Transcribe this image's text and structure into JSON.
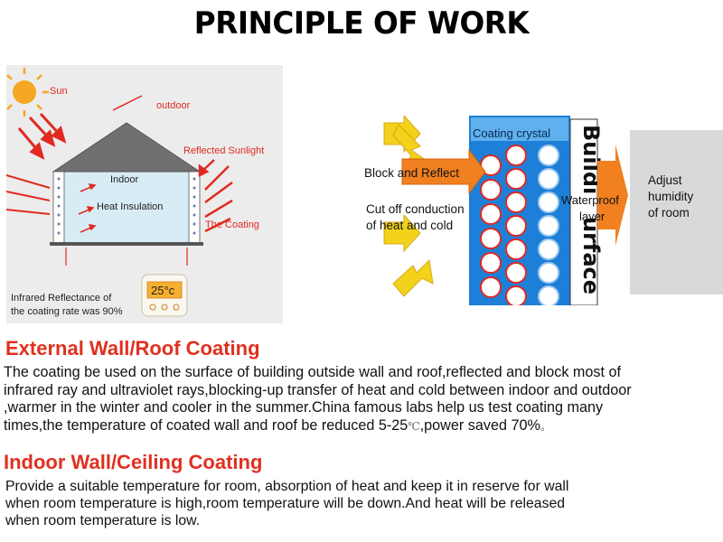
{
  "page": {
    "title": "PRINCIPLE OF WORK"
  },
  "left_figure": {
    "sun": "Sun",
    "outdoor": "outdoor",
    "reflected_sunlight": "Reflected Sunlight",
    "indoor": "Indoor",
    "heat_insulation": "Heat Insulation",
    "the_coating": "The Coating",
    "caption_line1": "Infrared Reflectance of",
    "caption_line2": "the coating rate was 90%",
    "thermostat_value": "25°c"
  },
  "right_figure": {
    "coating_crystal": "Coating crystal",
    "block_reflect": "Block and Reflect",
    "cut_off_line1": "Cut off conduction",
    "cut_off_line2": "of heat and cold",
    "waterproof_line1": "Waterproof",
    "waterproof_line2": "layer",
    "adjust_line1": "Adjust",
    "adjust_line2": "humidity",
    "adjust_line3": "of room",
    "building_surface_top": "Buildi",
    "building_surface_bottom": "urface"
  },
  "sections": [
    {
      "heading": "External Wall/Roof Coating",
      "lines": [
        "The coating be used on the surface of building outside wall and roof,reflected and block most of",
        "infrared ray and ultraviolet rays,blocking-up transfer of heat and cold between indoor and outdoor",
        ",warmer in the winter and cooler in the summer.China famous labs help us test coating many",
        "times,the temperature of coated wall and roof be reduced 5-25",
        "℃",
        ",power saved 70%",
        "。"
      ]
    },
    {
      "heading": "Indoor Wall/Ceiling Coating",
      "lines": [
        "Provide a suitable temperature for room, absorption of heat and keep it in reserve for wall",
        "when room temperature is high,room temperature will be down.And heat will be released",
        "when room temperature is low."
      ]
    }
  ],
  "colors": {
    "heading_red": "#e03020",
    "arrow_red": "#e02a20",
    "arrow_orange": "#f08020",
    "arrow_yellow": "#f2d21a",
    "coating_blue": "#1d7fd8"
  }
}
